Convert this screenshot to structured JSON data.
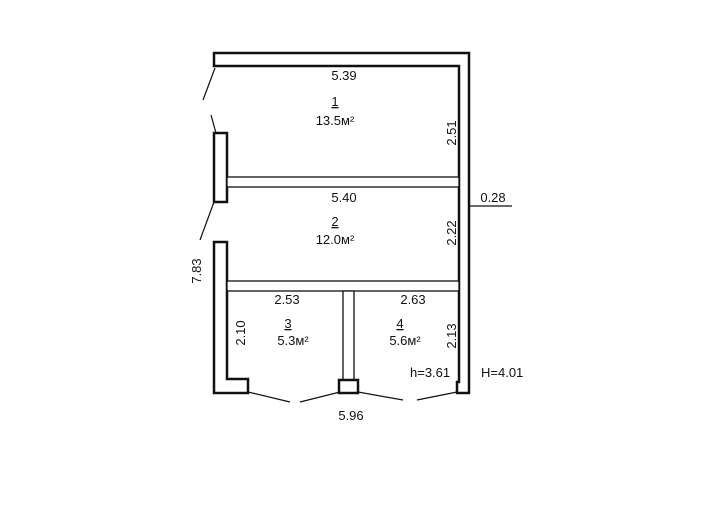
{
  "rooms": [
    {
      "number": "1",
      "area": "13.5м²"
    },
    {
      "number": "2",
      "area": "12.0м²"
    },
    {
      "number": "3",
      "area": "5.3м²"
    },
    {
      "number": "4",
      "area": "5.6м²"
    }
  ],
  "dimensions": {
    "room1_width": "5.39",
    "room1_depth": "2.51",
    "room2_width": "5.40",
    "room2_depth": "2.22",
    "room3_width": "2.53",
    "room3_depth": "2.10",
    "room4_width": "2.63",
    "room4_depth": "2.13",
    "total_length": "7.83",
    "bottom_width": "5.96",
    "wall_thickness": "0.28"
  },
  "heights": {
    "inner": "h=3.61",
    "outer": "H=4.01"
  }
}
